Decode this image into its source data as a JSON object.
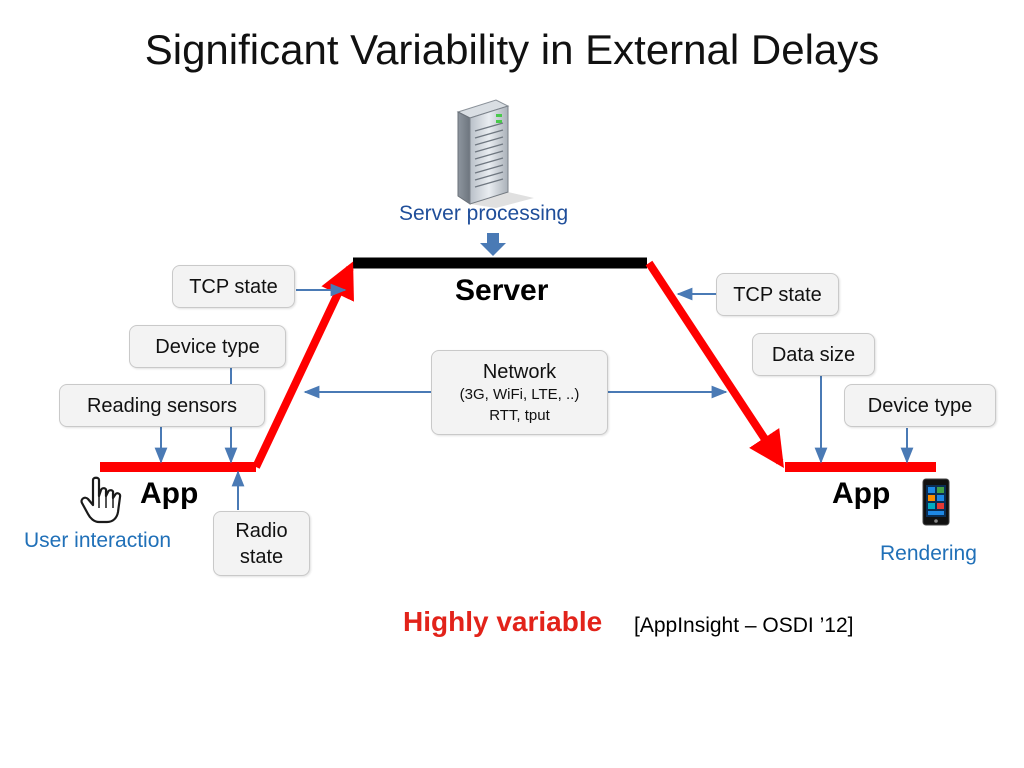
{
  "title": "Significant Variability in External Delays",
  "server": {
    "processing_label": "Server processing",
    "label": "Server",
    "icon": "server-tower-icon"
  },
  "left": {
    "tcp_state": "TCP state",
    "device_type": "Device type",
    "reading_sensors": "Reading sensors",
    "radio_state_line1": "Radio",
    "radio_state_line2": "state",
    "app_label": "App",
    "user_interaction": "User interaction",
    "icon": "pointing-hand-icon"
  },
  "right": {
    "tcp_state": "TCP state",
    "data_size": "Data size",
    "device_type": "Device type",
    "app_label": "App",
    "rendering": "Rendering",
    "icon": "phone-icon"
  },
  "network": {
    "title": "Network",
    "detail": "(3G, WiFi, LTE, ..)",
    "metrics": "RTT, tput"
  },
  "footer": {
    "highlight": "Highly variable",
    "citation": "[AppInsight – OSDI ’12]"
  },
  "colors": {
    "red_path": "#ff0000",
    "server_bar": "#000000",
    "arrow_blue": "#4a7ab5",
    "highlight_red": "#e2231a"
  }
}
